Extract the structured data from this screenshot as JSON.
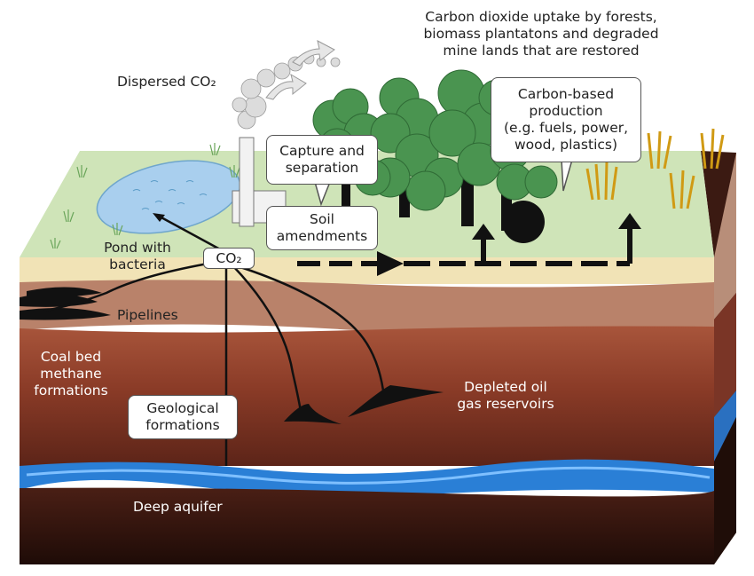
{
  "title_text": {
    "uptake": [
      "Carbon dioxide uptake by forests,",
      "biomass plantatons and degraded",
      "mine lands that are restored"
    ],
    "dispersed": "Dispersed CO₂"
  },
  "boxes": {
    "capture": [
      "Capture and",
      "separation"
    ],
    "soil": [
      "Soil",
      "amendments"
    ],
    "carbon_based": [
      "Carbon-based",
      "production",
      "(e.g. fuels, power,",
      "wood, plastics)"
    ],
    "co2": "CO₂",
    "geological": [
      "Geological",
      "formations"
    ]
  },
  "labels": {
    "pond": [
      "Pond with",
      "bacteria"
    ],
    "pipelines": "Pipelines",
    "coal_bed": [
      "Coal bed",
      "methane",
      "formations"
    ],
    "depleted": [
      "Depleted oil",
      "gas reservoirs"
    ],
    "aquifer": "Deep aquifer"
  },
  "colors": {
    "grass": "#cfe4b8",
    "topsoil": "#f1e3b6",
    "subsoil": "#b9826a",
    "rock_upper": "#934430",
    "rock_lower": "#6b2a1c",
    "aquifer": "#2a7fd6",
    "deep": "#2a1410",
    "side_top": "#a07a6a",
    "side_deep": "#1f0d08",
    "pond": "#a9cfee",
    "tree": "#3f8c48",
    "trunk": "#111111",
    "smoke": "#d8d8d8"
  }
}
